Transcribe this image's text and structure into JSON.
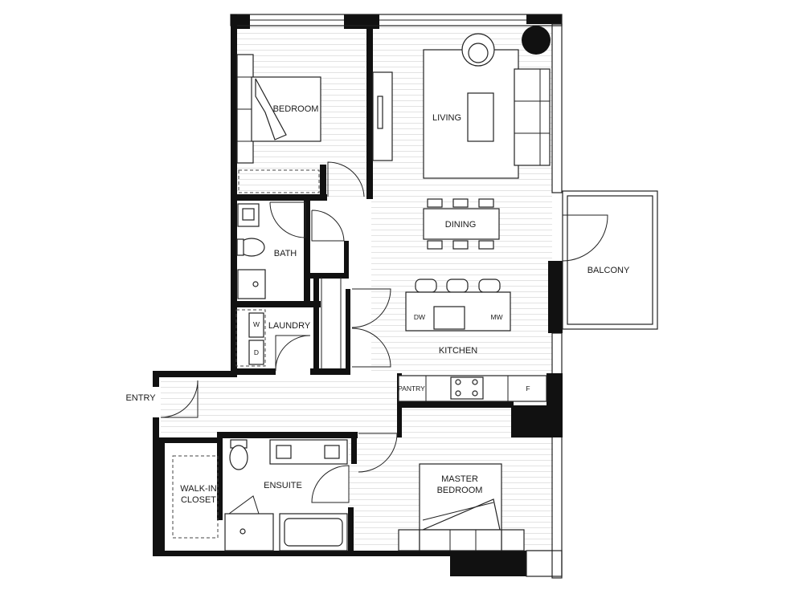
{
  "rooms": {
    "bedroom": "BEDROOM",
    "living": "LIVING",
    "dining": "DINING",
    "bath": "BATH",
    "balcony": "BALCONY",
    "laundry": "LAUNDRY",
    "kitchen": "KITCHEN",
    "entry": "ENTRY",
    "pantry": "PANTRY",
    "ensuite": "ENSUITE",
    "walk_in_closet_line1": "WALK-IN",
    "walk_in_closet_line2": "CLOSET",
    "master_bedroom_line1": "MASTER",
    "master_bedroom_line2": "BEDROOM"
  },
  "appliances": {
    "dishwasher": "DW",
    "microwave": "MW",
    "fridge": "F",
    "washer": "W",
    "dryer": "D"
  }
}
